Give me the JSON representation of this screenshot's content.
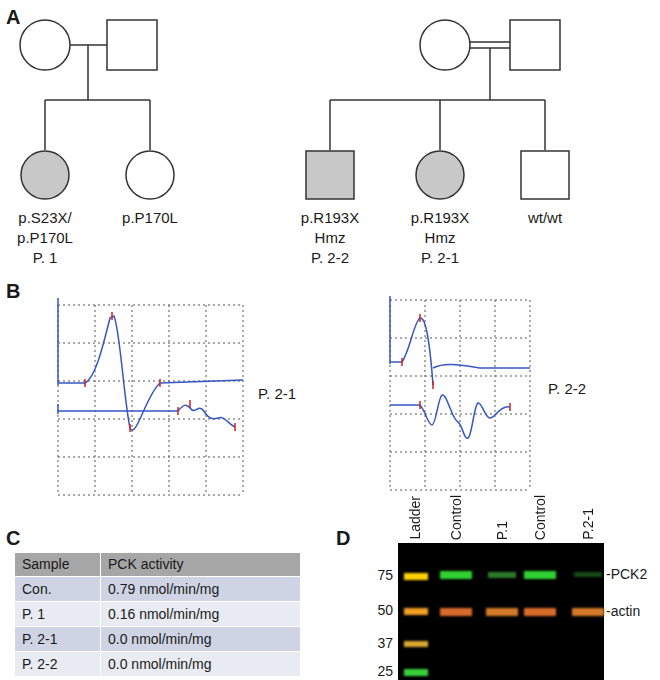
{
  "diagram": {
    "nodes": [
      {
        "text": [
          "p.S23X/ p.P170L",
          "P. 1"
        ]
      },
      {
        "text": [
          "p.P170L"
        ]
      },
      {
        "text": [
          "p.R193X Hmz",
          "P. 2-2"
        ]
      },
      {
        "text": [
          "p.R193X Hmz",
          "P. 2-1"
        ]
      },
      {
        "text": [
          "wt/wt"
        ]
      }
    ],
    "labels": [
      "A",
      "B",
      "P. 2-1",
      "P. 2-2",
      "C",
      "Sample",
      "PCK activity",
      "Con.",
      "0.79 nmol/min/mg",
      "P. 1",
      "0.16 nmol/min/mg",
      "P. 2-1",
      "0.0 nmol/min/mg",
      "P. 2-2",
      "0.0 nmol/min/mg",
      "D",
      "Ladder",
      "Control",
      "P.1",
      "Control",
      "P.2-1",
      "75",
      "50",
      "37",
      "25",
      "-PCK2",
      "-actin"
    ]
  }
}
